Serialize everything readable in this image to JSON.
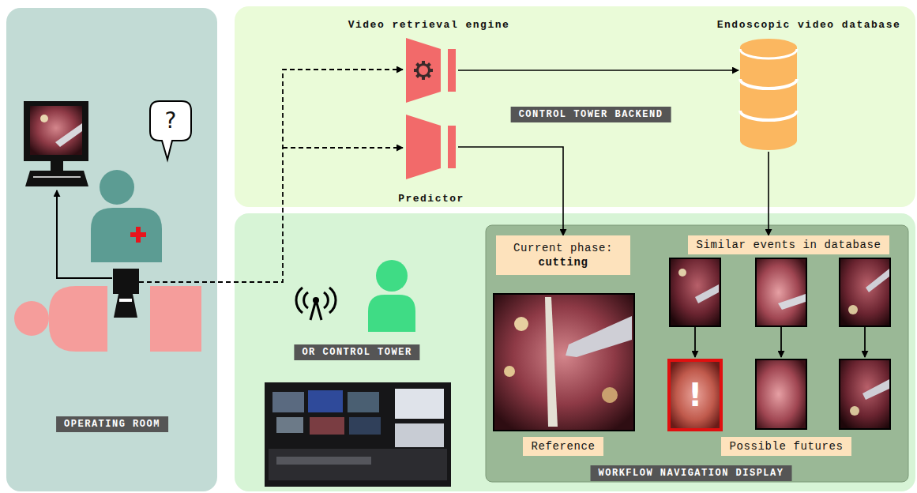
{
  "diagram": {
    "nodes": [
      {
        "text": [
          "OPERATING ROOM"
        ]
      },
      {
        "text": [
          "CONTROL TOWER BACKEND"
        ]
      },
      {
        "text": [
          "Video retrieval engine"
        ],
        "in": 1
      },
      {
        "text": [
          "Predictor"
        ],
        "in": 1
      },
      {
        "text": [
          "Endoscopic video database"
        ],
        "in": 1
      },
      {
        "text": [
          "OR CONTROL TOWER"
        ]
      },
      {
        "text": [
          "WORKFLOW NAVIGATION DISPLAY"
        ],
        "in": 5
      },
      {
        "text": [
          "Current phase:",
          "cutting"
        ],
        "in": 6
      },
      {
        "text": [
          "Similar events in database"
        ],
        "in": 6
      },
      {
        "text": [
          "Reference"
        ],
        "in": 6
      },
      {
        "text": [
          "Possible futures"
        ],
        "in": 6
      }
    ],
    "edges": [
      {
        "from": 2,
        "to": 4,
        "arrow": "to"
      },
      {
        "from": 3,
        "to": 7,
        "arrow": "to"
      },
      {
        "from": 4,
        "to": 8,
        "arrow": "to"
      }
    ],
    "labels": [
      "?",
      "!"
    ]
  }
}
